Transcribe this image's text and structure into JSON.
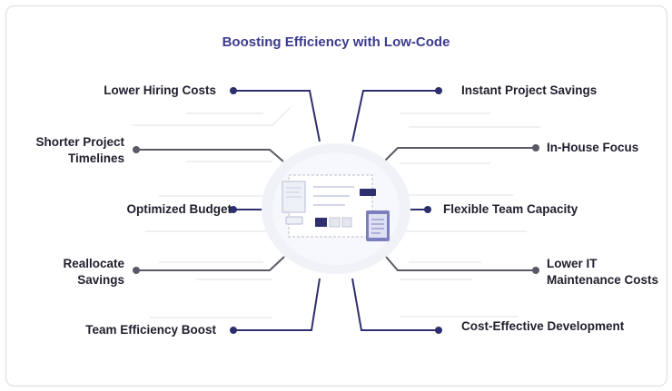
{
  "title": "Boosting Efficiency with Low-Code",
  "left_items": [
    {
      "label": "Lower Hiring Costs"
    },
    {
      "label": "Shorter Project\nTimelines"
    },
    {
      "label": "Optimized Budget"
    },
    {
      "label": "Reallocate\nSavings"
    },
    {
      "label": "Team Efficiency Boost"
    }
  ],
  "right_items": [
    {
      "label": "Instant Project Savings"
    },
    {
      "label": "In-House Focus"
    },
    {
      "label": "Flexible Team Capacity"
    },
    {
      "label": "Lower IT\nMaintenance Costs"
    },
    {
      "label": "Cost-Effective Development"
    }
  ],
  "colors": {
    "accent": "#3b3b8f",
    "connector_dark": "#2e2f6e",
    "connector_grey": "#5a5a66"
  }
}
